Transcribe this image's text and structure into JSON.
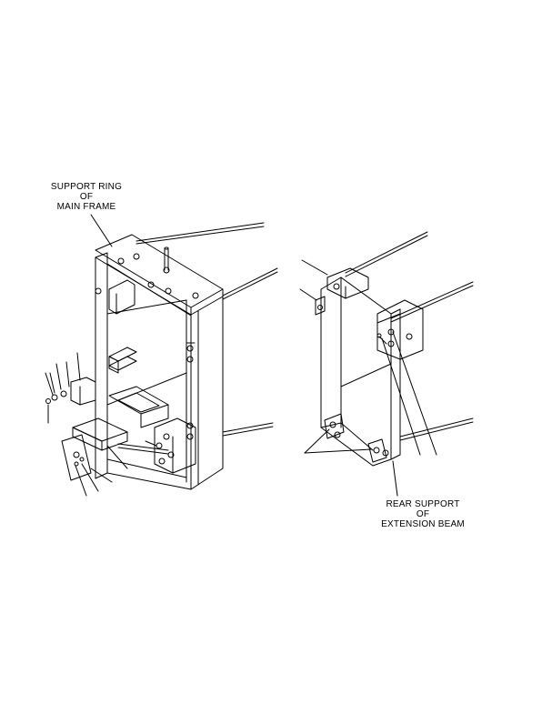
{
  "callouts": {
    "main_frame": [
      "SUPPORT RING",
      "OF",
      "MAIN FRAME"
    ],
    "extension_beam": [
      "REAR SUPPORT",
      "OF",
      "EXTENSION BEAM"
    ]
  },
  "colors": {
    "line": "#000000",
    "background": "#ffffff"
  }
}
